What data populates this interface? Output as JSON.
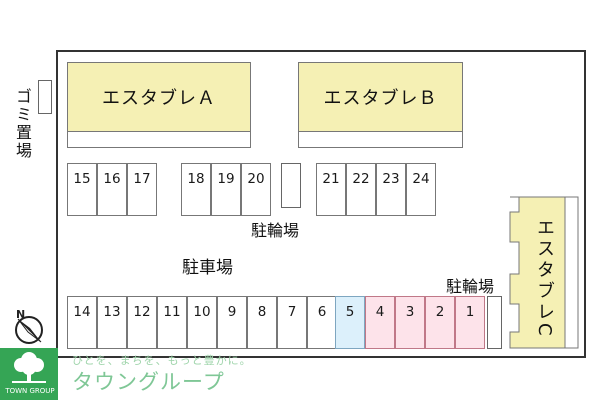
{
  "buildings": {
    "a": "エスタブレＡ",
    "b": "エスタブレＢ",
    "c": "エスタブレC"
  },
  "labels": {
    "garbage": "ゴミ置場",
    "bike_top": "駐輪場",
    "bike_right": "駐輪場",
    "parking": "駐車場"
  },
  "parking_top": {
    "group1": [
      "15",
      "16",
      "17"
    ],
    "group2": [
      "18",
      "19",
      "20"
    ],
    "group3": [
      "21",
      "22",
      "23",
      "24"
    ]
  },
  "parking_bottom": [
    "14",
    "13",
    "12",
    "11",
    "10",
    "9",
    "8",
    "7",
    "6",
    "5",
    "4",
    "3",
    "2",
    "1"
  ],
  "slot_colors": {
    "5": "#dcf0fb",
    "4": "#fde3ea",
    "3": "#fde3ea",
    "2": "#fde3ea",
    "1": "#fde3ea"
  },
  "compass": {
    "north_label": "N"
  },
  "branding": {
    "logo_caption": "TOWN GROUP",
    "tagline": "ひとを、まちを、もっと豊かに。",
    "name": "タウングループ",
    "color": "#35a555"
  }
}
